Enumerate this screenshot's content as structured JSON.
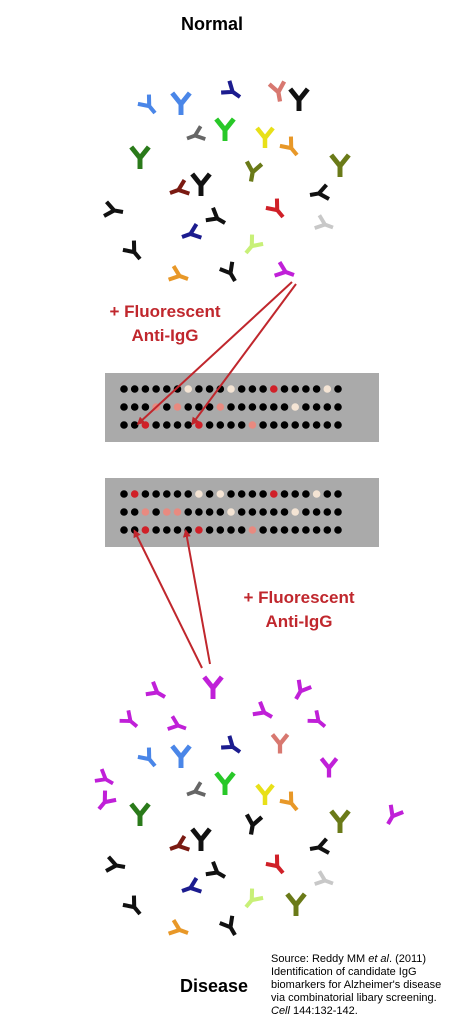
{
  "titles": {
    "top": "Normal",
    "bottom": "Disease"
  },
  "labels": {
    "top": {
      "line1": "+ Fluorescent",
      "line2": "Anti-IgG"
    },
    "bottom": {
      "line1": "+ Fluorescent",
      "line2": "Anti-IgG"
    }
  },
  "source": {
    "line1": "Source: Reddy MM ",
    "line1_em": "et al",
    "line1_end": ". (2011)",
    "line2": "Identification of candidate IgG",
    "line3": "biomarkers for Alzheimer's disease",
    "line4": "via combinatorial libary screening.",
    "line5_em": "Cell",
    "line5": " 144:132-142."
  },
  "colors": {
    "black": "#111111",
    "blue": "#4a86e8",
    "purple": "#1c1c8f",
    "gray": "#666666",
    "green": "#28c828",
    "yellow": "#e8e018",
    "orange": "#e89828",
    "olive": "#6a7a18",
    "darkgreen": "#2a7a1a",
    "maroon": "#7a1a12",
    "red": "#d02028",
    "pink": "#d87870",
    "lightgray": "#c8c8c8",
    "lime": "#c8f078",
    "magenta": "#c020d8",
    "amber": "#e08a20",
    "arrow": "#c0272d",
    "plate": "#aaaaaa",
    "dot_red": "#d02028",
    "dot_pink": "#e88a80",
    "dot_cream": "#f4e4d4",
    "dot_black": "#000000"
  },
  "plates": {
    "top": [
      "bbbbbbcbbbcbbbrbbbbcb",
      "bbbpbpbbbpbbbbbbcbbbb",
      "bbrbbbbrbbbbpbbbbbbbb"
    ],
    "bottom": [
      "brbbbbbcbcbbbbrbbbcbb",
      "bbpbppbbbbcbbbbbcbbbb",
      "bbrbbbbrbbbbpbbbbbbbb"
    ]
  }
}
